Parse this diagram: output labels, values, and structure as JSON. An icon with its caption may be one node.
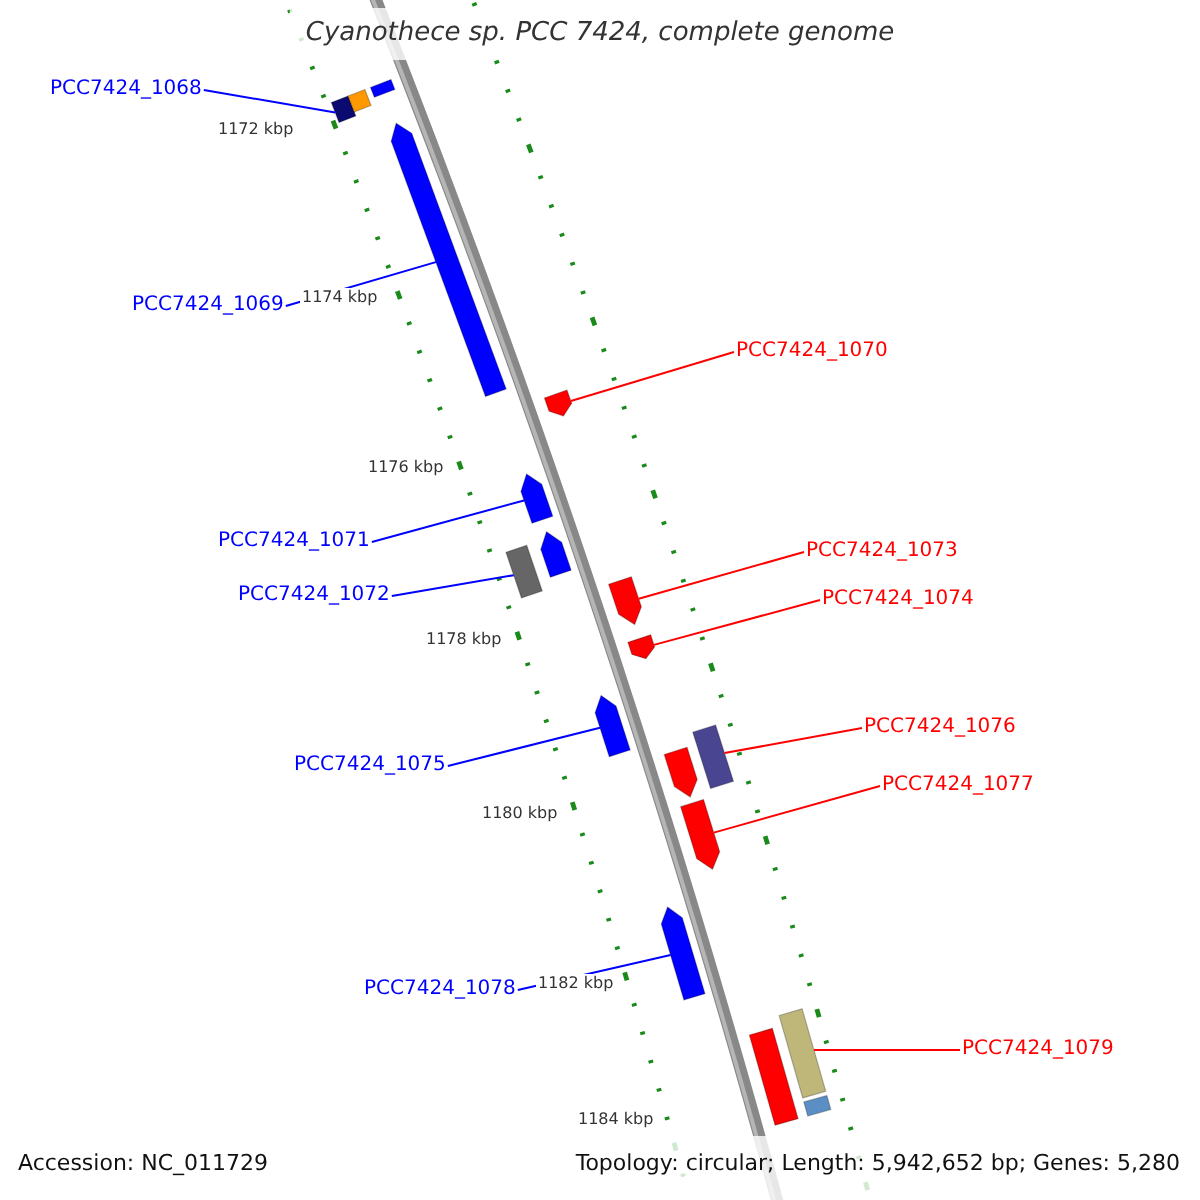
{
  "diagram": {
    "title": "Cyanothece sp. PCC 7424, complete genome",
    "nodes": [
      {
        "text": [
          "PCC7424_1068"
        ]
      },
      {
        "text": [
          "PCC7424_1069"
        ]
      },
      {
        "text": [
          "PCC7424_1070"
        ]
      },
      {
        "text": [
          "PCC7424_1071"
        ]
      },
      {
        "text": [
          "PCC7424_1072"
        ]
      },
      {
        "text": [
          "PCC7424_1073"
        ]
      },
      {
        "text": [
          "PCC7424_1074"
        ]
      },
      {
        "text": [
          "PCC7424_1075"
        ]
      },
      {
        "text": [
          "PCC7424_1076"
        ]
      },
      {
        "text": [
          "PCC7424_1077"
        ]
      },
      {
        "text": [
          "PCC7424_1078"
        ]
      },
      {
        "text": [
          "PCC7424_1079"
        ]
      },
      {
        "text": [],
        "shape": "bar"
      },
      {
        "text": [],
        "shape": "bar"
      },
      {
        "text": [],
        "shape": "bar"
      },
      {
        "text": [],
        "shape": "pentagon"
      },
      {
        "text": [],
        "shape": "pentagon"
      },
      {
        "text": [],
        "shape": "pentagon"
      },
      {
        "text": [],
        "shape": "pentagon"
      },
      {
        "text": [],
        "shape": "bar"
      },
      {
        "text": [],
        "shape": "pentagon"
      },
      {
        "text": [],
        "shape": "pentagon"
      },
      {
        "text": [],
        "shape": "pentagon"
      },
      {
        "text": [],
        "shape": "bar"
      },
      {
        "text": [],
        "shape": "pentagon"
      },
      {
        "text": [],
        "shape": "pentagon"
      },
      {
        "text": [],
        "shape": "pentagon"
      },
      {
        "text": [],
        "shape": "bar"
      },
      {
        "text": [],
        "shape": "bar"
      },
      {
        "text": [],
        "shape": "bar"
      }
    ],
    "edges": [
      {
        "from": 0,
        "to": 12,
        "arrow": "none",
        "color": "#0000ff"
      },
      {
        "from": 1,
        "to": 15,
        "arrow": "none",
        "color": "#0000ff"
      },
      {
        "from": 2,
        "to": 16,
        "arrow": "none",
        "color": "#ff0000"
      },
      {
        "from": 3,
        "to": 17,
        "arrow": "none",
        "color": "#0000ff"
      },
      {
        "from": 4,
        "to": 19,
        "arrow": "none",
        "color": "#0000ff"
      },
      {
        "from": 5,
        "to": 20,
        "arrow": "none",
        "color": "#ff0000"
      },
      {
        "from": 6,
        "to": 21,
        "arrow": "none",
        "color": "#ff0000"
      },
      {
        "from": 7,
        "to": 22,
        "arrow": "none",
        "color": "#0000ff"
      },
      {
        "from": 8,
        "to": 23,
        "arrow": "none",
        "color": "#ff0000"
      },
      {
        "from": 9,
        "to": 25,
        "arrow": "none",
        "color": "#ff0000"
      },
      {
        "from": 10,
        "to": 26,
        "arrow": "none",
        "color": "#0000ff"
      },
      {
        "from": 11,
        "to": 27,
        "arrow": "none",
        "color": "#ff0000"
      }
    ],
    "labels": [
      "1172 kbp",
      "1174 kbp",
      "1176 kbp",
      "1178 kbp",
      "1180 kbp",
      "1182 kbp",
      "1184 kbp",
      "Accession: NC_011729",
      "Topology: circular; Length: 5,942,652 bp; Genes: 5,280"
    ]
  }
}
